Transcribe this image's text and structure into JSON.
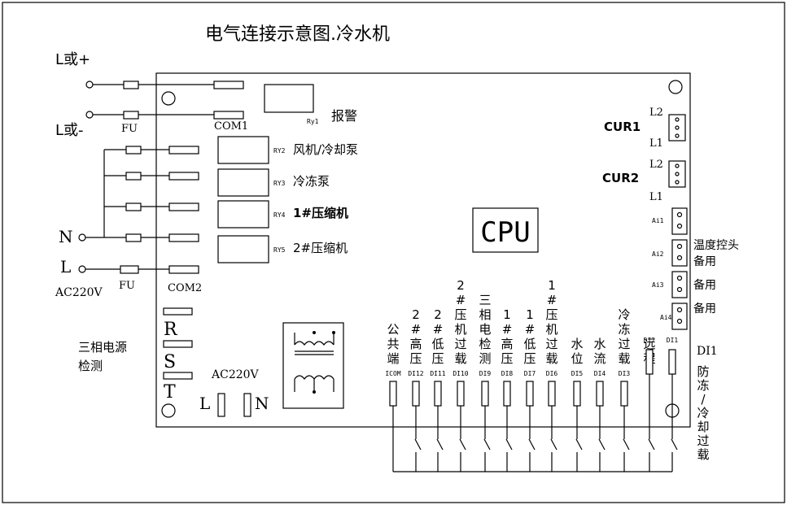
{
  "title": "电气连接示意图.冷水机",
  "power": {
    "l_plus": "L或+",
    "l_minus": "L或-",
    "fu": "FU",
    "com1": "COM1",
    "n": "N",
    "l": "L",
    "ac220v": "AC220V",
    "fu2": "FU",
    "com2": "COM2"
  },
  "relays": [
    {
      "tag": "Ry1",
      "label": "报警"
    },
    {
      "tag": "RY2",
      "label": "风机/冷却泵"
    },
    {
      "tag": "RY3",
      "label": "冷冻泵"
    },
    {
      "tag": "RY4",
      "label": "1#压缩机"
    },
    {
      "tag": "RY5",
      "label": "2#压缩机"
    }
  ],
  "cpu": "CPU",
  "cur": [
    {
      "name": "CUR1",
      "l2": "L2",
      "l1": "L1"
    },
    {
      "name": "CUR2",
      "l2": "L2",
      "l1": "L1"
    }
  ],
  "analog": [
    {
      "tag": "Ai1",
      "label": ""
    },
    {
      "tag": "Ai2",
      "label": "温度控头"
    },
    {
      "tag": "Ai3",
      "label": "备用"
    },
    {
      "tag": "Ai4",
      "label": "备用"
    }
  ],
  "ai2_note": "备用",
  "phase": {
    "label_line1": "三相电源",
    "label_line2": "检测",
    "r": "R",
    "s": "S",
    "t": "T",
    "ac220v": "AC220V",
    "l": "L",
    "n": "N"
  },
  "inputs": [
    {
      "tag": "ICOM",
      "label": "公共端"
    },
    {
      "tag": "DI12",
      "label": "2#高压"
    },
    {
      "tag": "DI11",
      "label": "2#低压"
    },
    {
      "tag": "DI10",
      "label": "2#压机过载"
    },
    {
      "tag": "DI9",
      "label": "三相电检测"
    },
    {
      "tag": "DI8",
      "label": "1#高压"
    },
    {
      "tag": "DI7",
      "label": "1#低压"
    },
    {
      "tag": "DI6",
      "label": "1#压机过载"
    },
    {
      "tag": "DI5",
      "label": "水位"
    },
    {
      "tag": "DI4",
      "label": "水流"
    },
    {
      "tag": "DI3",
      "label": "冷冻过载"
    },
    {
      "tag": "DI2",
      "label": "远程"
    },
    {
      "tag": "DI1",
      "label": ""
    }
  ],
  "di1_note": {
    "tag": "DI1",
    "text": "防冻/冷却过载"
  }
}
